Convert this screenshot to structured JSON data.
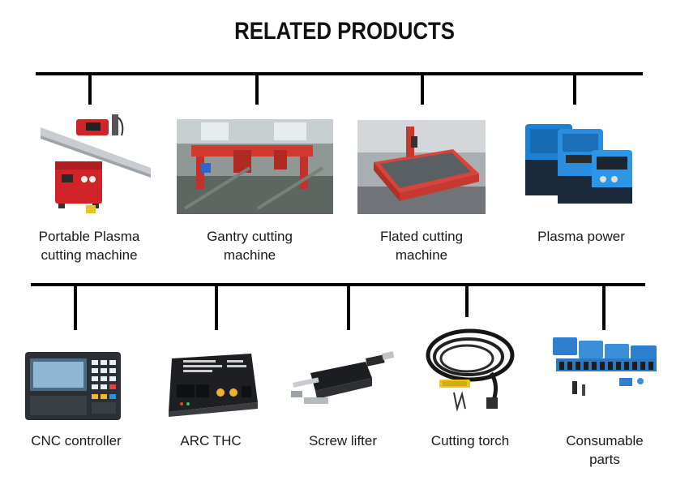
{
  "title": "RELATED PRODUCTS",
  "colors": {
    "line": "#000000",
    "machine_red": "#d0232a",
    "power_blue": "#1f7fd0",
    "controller_dark": "#2b2f36"
  },
  "top_row": [
    {
      "line1": "Portable Plasma",
      "line2": "cutting machine",
      "icon": "portable-plasma-machine-image"
    },
    {
      "line1": "Gantry cutting",
      "line2": "machine",
      "icon": "gantry-cutting-machine-image"
    },
    {
      "line1": "Flated cutting",
      "line2": "machine",
      "icon": "flat-cutting-machine-image"
    },
    {
      "line1": "Plasma power",
      "line2": "",
      "icon": "plasma-power-image"
    }
  ],
  "bottom_row": [
    {
      "line1": "CNC controller",
      "line2": "",
      "icon": "cnc-controller-image"
    },
    {
      "line1": "ARC THC",
      "line2": "",
      "icon": "arc-thc-image"
    },
    {
      "line1": "Screw lifter",
      "line2": "",
      "icon": "screw-lifter-image"
    },
    {
      "line1": "Cutting torch",
      "line2": "",
      "icon": "cutting-torch-image"
    },
    {
      "line1": "Consumable",
      "line2": "parts",
      "icon": "consumable-parts-image"
    }
  ]
}
